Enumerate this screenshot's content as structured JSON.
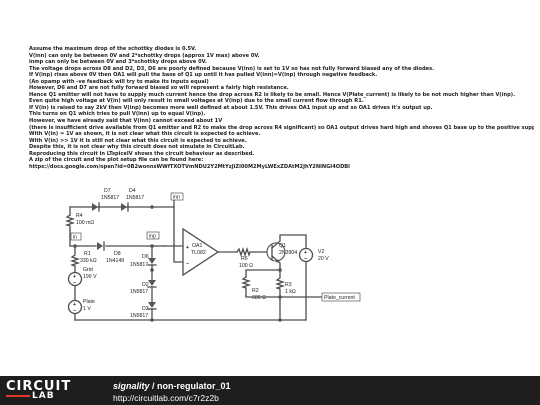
{
  "notes": [
    "Assume the maximum drop of the schottky diodes is 0.5V.",
    "V(inn) can only be between 0V and 2*schottky drops (approx 1V max) above 0V.",
    "inmp can only be between 0V and 3*schottky drops above 0V.",
    "The voltage drops across D8 and D2, D3, D6 are poorly defined because V(inn) is set to 1V so has not fully forward biased any of the diodes.",
    "If V(inp) rises above 0V then OA1 will pull the base of Q1 up until it has pulled V(inn)=V(inp) through negative feedback.",
    "(An opamp with -ve feedback will try to make its inputs equal)",
    "However, D6 and D7 are not fully forward biased so will represent a fairly high resistance.",
    "Hence Q1 emitter will not have to supply much current hence the drop across R2 is likely to be small. Hence V(Plate_current) is likely to be not much higher than V(inp).",
    "Even quite high voltage at V(in) will only result in small voltages at V(inp) due to the small current flow through R1.",
    "If V(in) is raised to say 2kV then V(inp) becomes more well defined at about 1.5V. This drives OA1 input up and so OA1 drives it's output up.",
    "This turns on Q1 which tries to pull V(inn) up to equal V(inp).",
    "However, we have already said that V(inn) cannot exceed about 1V",
    "(there is insufficient drive available from Q1 emitter and R2 to make the drop across R4 significant) so OA1 output drives hard high and shoves Q1 base up to the positive supply.",
    "With V(in) = 1V as shown, it is not clear what this circuit is expected to achieve.",
    "With V(in) >> 1V it is still not clear what this circuit is expected to achieve.",
    "Despite this, it is not clear why this circuit does not simulate in CircuitLab.",
    "Reproducing this circuit in LTspiceIV shows the circuit behaviour as described.",
    "A zip of the circuit and the plot setup file can be found here:",
    "https://docs.google.com/open?id=0B2wonnsWWfTXOTVmNDU2Y2MtYzJiZi00M2MyLWExZDAtM2JhY2NlNGI4ODBl"
  ],
  "schematic": {
    "D7": {
      "name": "D7",
      "part": "1N5817"
    },
    "D4": {
      "name": "D4",
      "part": "1N5817"
    },
    "R4": {
      "name": "R4",
      "value": "100 mΩ"
    },
    "inn": "inn",
    "in": "in",
    "inp": "inp",
    "R1": {
      "name": "R1",
      "value": "330 kΩ"
    },
    "Grid": {
      "name": "Grid",
      "value": "199 V"
    },
    "Plate": {
      "name": "Plate",
      "value": "1 V"
    },
    "D8": {
      "name": "D8",
      "part": "1N4148"
    },
    "D6": {
      "name": "D6",
      "part": "1N5817"
    },
    "D2": {
      "name": "D2",
      "part": "1N5817"
    },
    "D3": {
      "name": "D3",
      "part": "1N5817"
    },
    "OA1": {
      "name": "OA1",
      "part": "TL082"
    },
    "R6": {
      "name": "R6",
      "value": "100 Ω"
    },
    "R2": {
      "name": "R2",
      "value": "680 Ω"
    },
    "Q1": {
      "name": "Q1",
      "part": "2N3904"
    },
    "R3": {
      "name": "R3",
      "value": "1 kΩ"
    },
    "V2": {
      "name": "V2",
      "value": "20 V"
    },
    "plate_current": "Plate_current",
    "plus": "+",
    "minus": "−"
  },
  "footer": {
    "logo_top": "CIRCUIT",
    "logo_bottom": "LAB",
    "author": "signality",
    "separator": " / ",
    "title": "non-regulator_01",
    "url": "http://circuitlab.com/c7r2z2b"
  },
  "colors": {
    "wire": "#4d4d4d",
    "node": "#555555",
    "footer_bg": "#1e1e1e",
    "logo_accent": "#e3392b"
  }
}
